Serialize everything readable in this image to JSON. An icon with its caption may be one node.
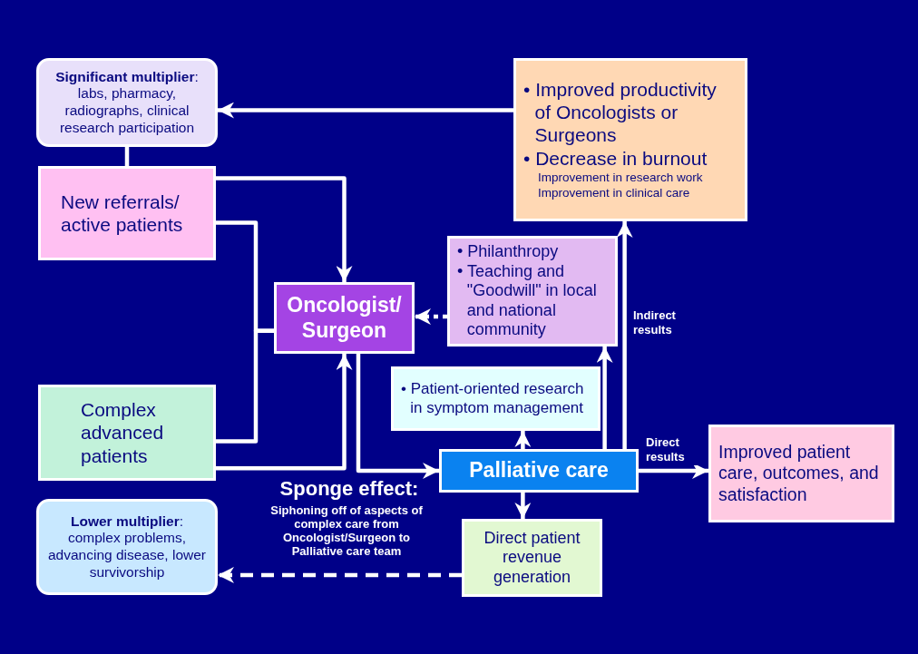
{
  "diagram": {
    "nodes": [
      {
        "text": [
          "**Significant multiplier**: labs, pharmacy, radiographs, clinical research participation"
        ]
      },
      {
        "text": [
          "New referrals/ active patients"
        ]
      },
      {
        "text": [
          "• Improved productivity of Oncologists or Surgeons",
          "• Decrease in burnout",
          "Improvement in research work",
          "Improvement in clinical care"
        ]
      },
      {
        "text": [
          "Oncologist/ Surgeon"
        ]
      },
      {
        "text": [
          "• Philanthropy",
          "• Teaching and \"Goodwill\" in local and national community"
        ]
      },
      {
        "text": [
          "Complex advanced patients"
        ]
      },
      {
        "text": [
          "• Patient-oriented research in symptom management"
        ]
      },
      {
        "text": [
          "Palliative care"
        ]
      },
      {
        "text": [
          "Improved patient care, outcomes, and satisfaction"
        ]
      },
      {
        "text": [
          "**Lower multiplier**: complex problems, advancing disease, lower survivorship"
        ]
      },
      {
        "text": [
          "Direct patient revenue generation"
        ]
      }
    ],
    "edges": [
      {
        "from": 2,
        "to": 0,
        "arrow": "to"
      },
      {
        "from": 0,
        "to": 1,
        "arrow": "none"
      },
      {
        "from": 1,
        "to": 3,
        "arrow": "to"
      },
      {
        "from": 1,
        "to": 3,
        "arrow": "none"
      },
      {
        "from": 5,
        "to": 3,
        "arrow": "none"
      },
      {
        "from": 5,
        "to": 3,
        "arrow": "to"
      },
      {
        "from": 3,
        "to": 7,
        "arrow": "to"
      },
      {
        "from": 4,
        "to": 3,
        "arrow": "to",
        "style": "dashed"
      },
      {
        "from": 7,
        "to": 6,
        "arrow": "to"
      },
      {
        "from": 7,
        "to": 4,
        "arrow": "to"
      },
      {
        "from": 7,
        "to": 2,
        "arrow": "to",
        "label": "Indirect results"
      },
      {
        "from": 7,
        "to": 8,
        "arrow": "to",
        "label": "Direct results"
      },
      {
        "from": 7,
        "to": 10,
        "arrow": "to"
      },
      {
        "from": 10,
        "to": 9,
        "arrow": "to",
        "style": "dashed"
      }
    ],
    "labels": [
      "Sponge effect:",
      "Siphoning off of aspects of complex care from Oncologist/Surgeon to Palliative care team"
    ]
  }
}
